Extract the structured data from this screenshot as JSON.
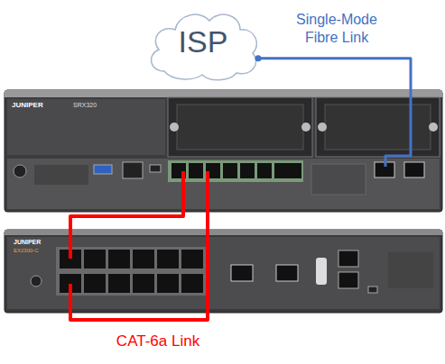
{
  "diagram": {
    "nodes": [
      {
        "text": [
          "ISP"
        ]
      },
      {
        "text": [
          "JUNIPER",
          "SRX320"
        ]
      },
      {
        "text": [
          "JUNIPER",
          "EX2300-C"
        ]
      }
    ],
    "edges": [
      {
        "from": 0,
        "to": 1,
        "label": "Single-Mode Fibre Link",
        "arrow": "none"
      },
      {
        "from": 1,
        "to": 2,
        "arrow": "none"
      },
      {
        "from": 1,
        "to": 2,
        "label": "CAT-6a Link",
        "arrow": "none"
      }
    ]
  }
}
